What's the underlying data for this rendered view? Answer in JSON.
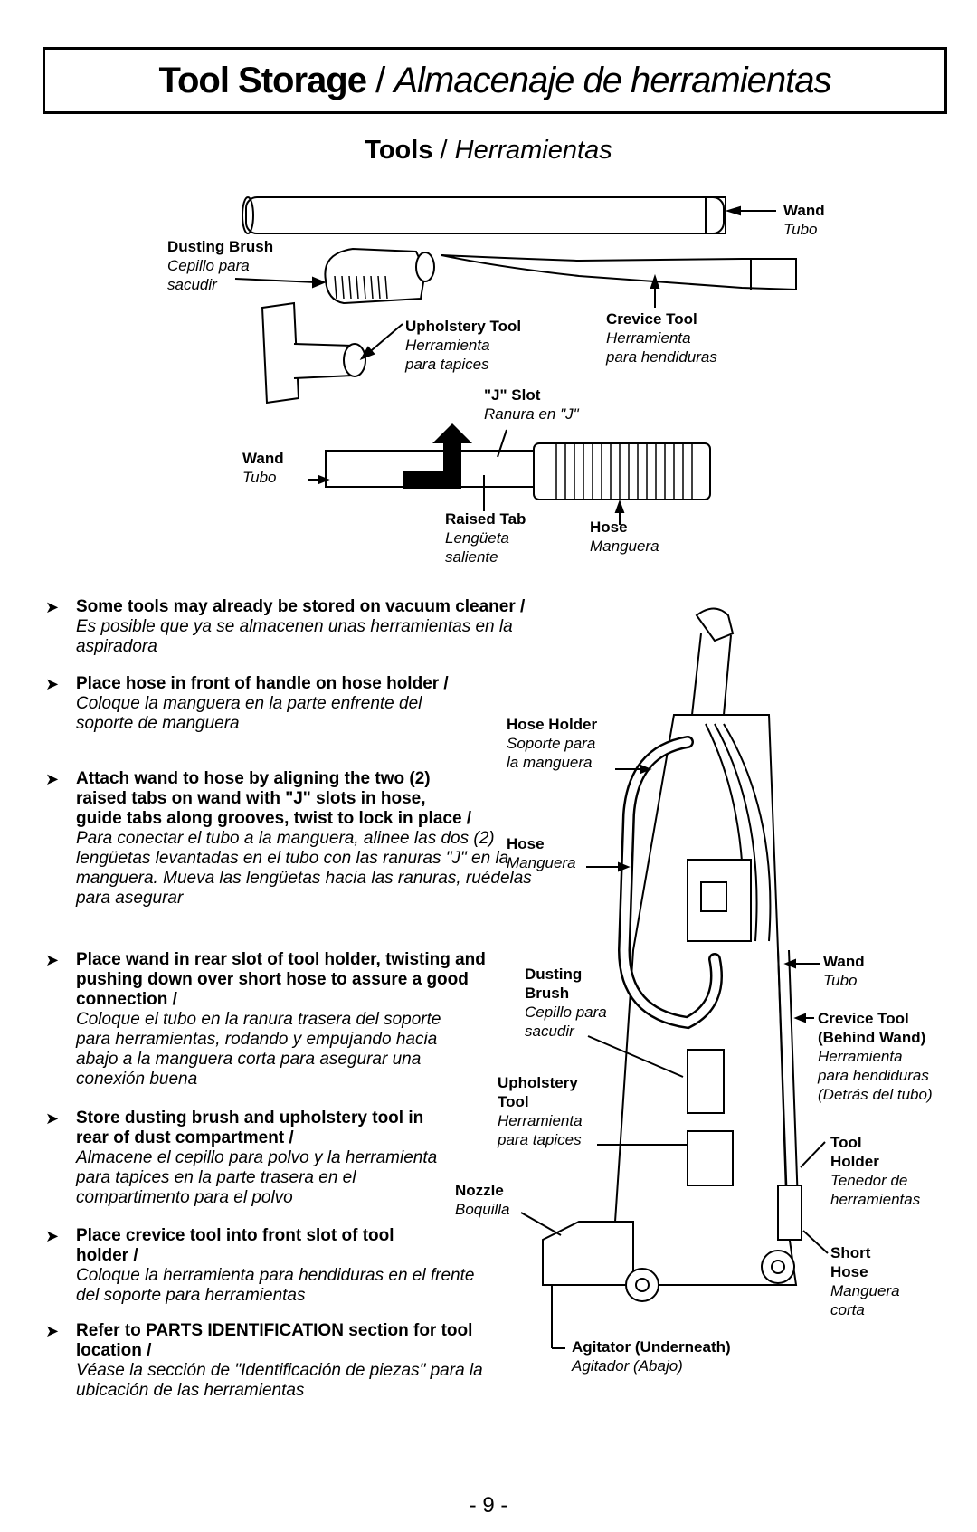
{
  "header": {
    "title_en": "Tool Storage",
    "title_sep": " / ",
    "title_es": "Almacenaje de herramientas"
  },
  "tools_heading": {
    "en": "Tools",
    "sep": " / ",
    "es": "Herramientas"
  },
  "tool_labels": {
    "wand_top": {
      "en": "Wand",
      "es": "Tubo"
    },
    "dusting_brush": {
      "en": "Dusting Brush",
      "es1": "Cepillo para",
      "es2": "sacudir"
    },
    "upholstery_tool": {
      "en": "Upholstery Tool",
      "es1": "Herramienta",
      "es2": "para tapices"
    },
    "crevice_tool": {
      "en": "Crevice Tool",
      "es1": "Herramienta",
      "es2": "para hendiduras"
    },
    "j_slot": {
      "en": "\"J\" Slot",
      "es": "Ranura en \"J\""
    },
    "wand_mid": {
      "en": "Wand",
      "es": "Tubo"
    },
    "raised_tab": {
      "en": "Raised Tab",
      "es1": "Lengüeta",
      "es2": "saliente"
    },
    "hose": {
      "en": "Hose",
      "es": "Manguera"
    }
  },
  "instructions": [
    {
      "en": "Some tools may already be stored on vacuum cleaner /",
      "es": "Es posible que ya se almacenen unas herramientas en la aspiradora"
    },
    {
      "en": "Place hose in front of handle on hose holder /",
      "es": "Coloque la manguera en la parte enfrente del soporte de manguera"
    },
    {
      "en": "Attach wand to hose by aligning the two (2) raised tabs on wand with \"J\" slots in hose, guide tabs along grooves, twist to lock in place /",
      "es": "Para conectar el tubo a la manguera, alinee las dos (2) lengüetas levantadas en el tubo con las ranuras \"J\" en la manguera. Mueva las lengüetas hacia las ranuras, ruédelas para asegurar"
    },
    {
      "en": "Place wand in rear slot of tool holder, twisting and pushing down over short hose to assure a good connection /",
      "es": "Coloque el tubo en la ranura trasera del soporte para herramientas, rodando y empujando hacia abajo a la manguera corta para asegurar una conexión buena"
    },
    {
      "en": "Store dusting brush and upholstery tool in rear of dust compartment /",
      "es": "Almacene el cepillo para polvo y la herramienta para tapices en la parte trasera en el compartimento para el polvo"
    },
    {
      "en": "Place crevice tool into front slot of tool holder /",
      "es": "Coloque la herramienta para hendiduras en el frente del soporte para herramientas"
    },
    {
      "en": "Refer to PARTS IDENTIFICATION section for tool location /",
      "es": "Véase la sección de \"Identificación de piezas\" para la ubicación de las herramientas"
    }
  ],
  "vacuum_labels": {
    "hose_holder": {
      "en": "Hose Holder",
      "es1": "Soporte para",
      "es2": "la manguera"
    },
    "hose": {
      "en": "Hose",
      "es": "Manguera"
    },
    "wand": {
      "en": "Wand",
      "es": "Tubo"
    },
    "dusting_brush": {
      "en1": "Dusting",
      "en2": "Brush",
      "es1": "Cepillo para",
      "es2": "sacudir"
    },
    "crevice_tool": {
      "en1": "Crevice Tool",
      "en2": "(Behind Wand)",
      "es1": "Herramienta",
      "es2": "para hendiduras",
      "es3": "(Detrás del tubo)"
    },
    "upholstery_tool": {
      "en1": "Upholstery",
      "en2": "Tool",
      "es1": "Herramienta",
      "es2": "para tapices"
    },
    "tool_holder": {
      "en1": "Tool",
      "en2": "Holder",
      "es1": "Tenedor de",
      "es2": "herramientas"
    },
    "nozzle": {
      "en": "Nozzle",
      "es": "Boquilla"
    },
    "short_hose": {
      "en1": "Short",
      "en2": "Hose",
      "es1": "Manguera",
      "es2": "corta"
    },
    "agitator": {
      "en": "Agitator (Underneath)",
      "es": "Agitador (Abajo)"
    }
  },
  "page_number": "- 9 -"
}
